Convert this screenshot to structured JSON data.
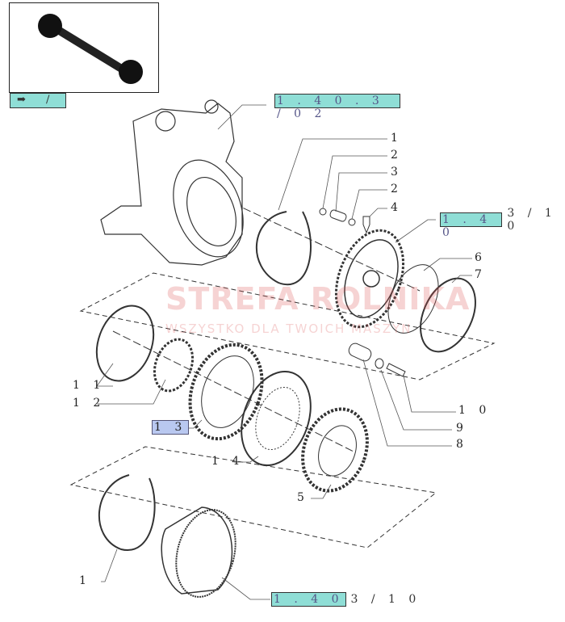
{
  "thumbnail": {
    "icon": "axle-assembly-thumbnail"
  },
  "nav_button": {
    "icon": "back-arrow-icon",
    "separator": "/"
  },
  "references": [
    {
      "highlight": "1 . 4 0 . 3 / 0 2",
      "rest": ""
    },
    {
      "highlight": "1 . 4 0",
      "rest": "3 / 1 0"
    },
    {
      "highlight": "1 . 4 0",
      "rest": "3 / 1 0"
    }
  ],
  "callouts": [
    "1",
    "2",
    "3",
    "2",
    "4",
    "6",
    "7",
    "1 1",
    "1 2",
    "1 3",
    "1 4",
    "5",
    "1 0",
    "9",
    "8",
    "1"
  ],
  "watermark": {
    "title": "STREFA ROLNIKA",
    "subtitle": "WSZYSTKO DLA TWOICH MASZYN"
  }
}
